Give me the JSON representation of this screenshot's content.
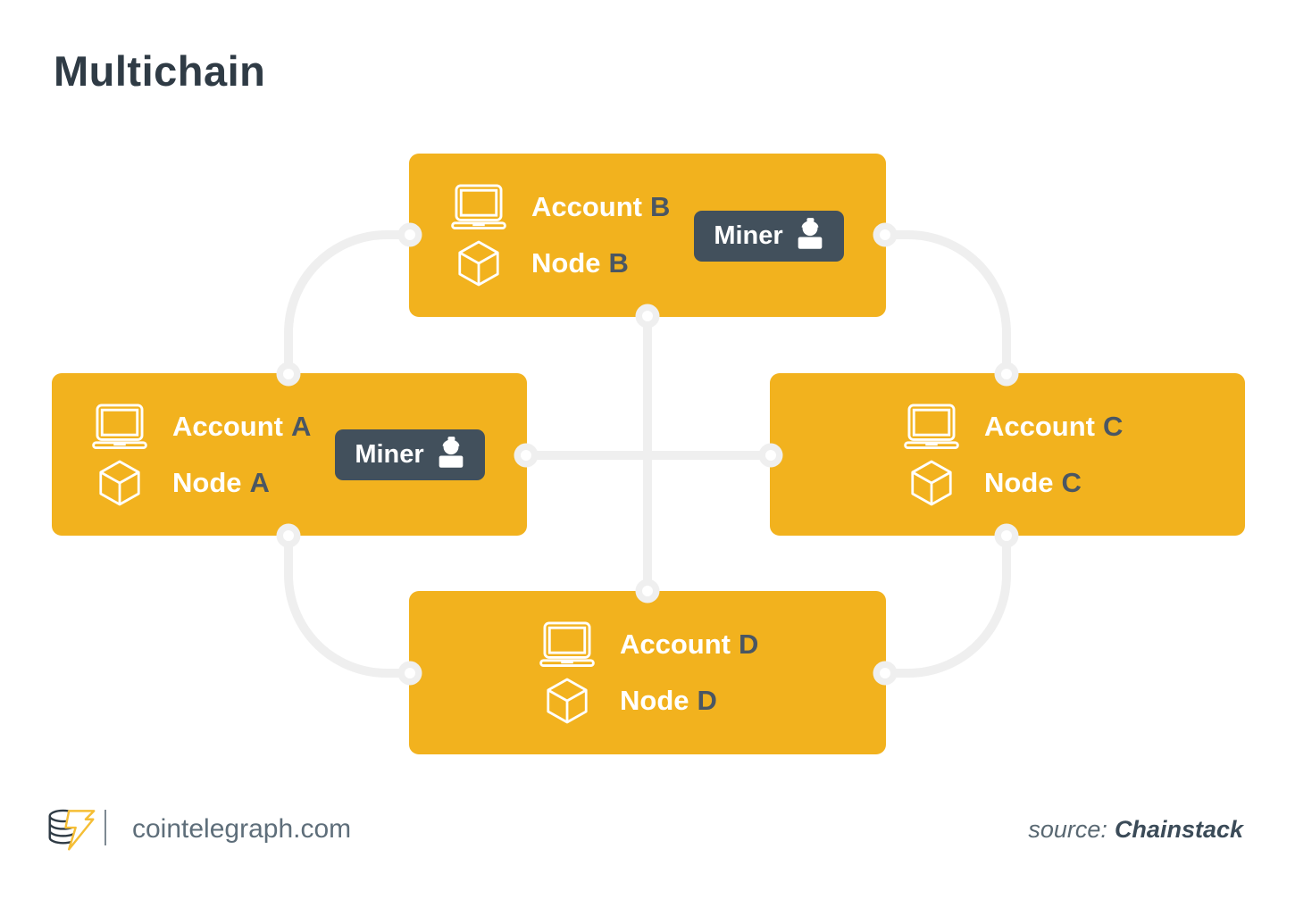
{
  "title": "Multichain",
  "colors": {
    "box_yellow": "#F2B21E",
    "badge_slate": "#42505C",
    "letter_slate": "#4A5663",
    "title_slate": "#2F3B45",
    "connector_gray": "#EFEFEF"
  },
  "nodes": {
    "a": {
      "account_label": "Account",
      "node_label": "Node",
      "letter": "A",
      "miner_label": "Miner"
    },
    "b": {
      "account_label": "Account",
      "node_label": "Node",
      "letter": "B",
      "miner_label": "Miner"
    },
    "c": {
      "account_label": "Account",
      "node_label": "Node",
      "letter": "C"
    },
    "d": {
      "account_label": "Account",
      "node_label": "Node",
      "letter": "D"
    }
  },
  "footer": {
    "site_label": "cointelegraph.com",
    "source_prefix": "source:",
    "source_name": "Chainstack"
  }
}
